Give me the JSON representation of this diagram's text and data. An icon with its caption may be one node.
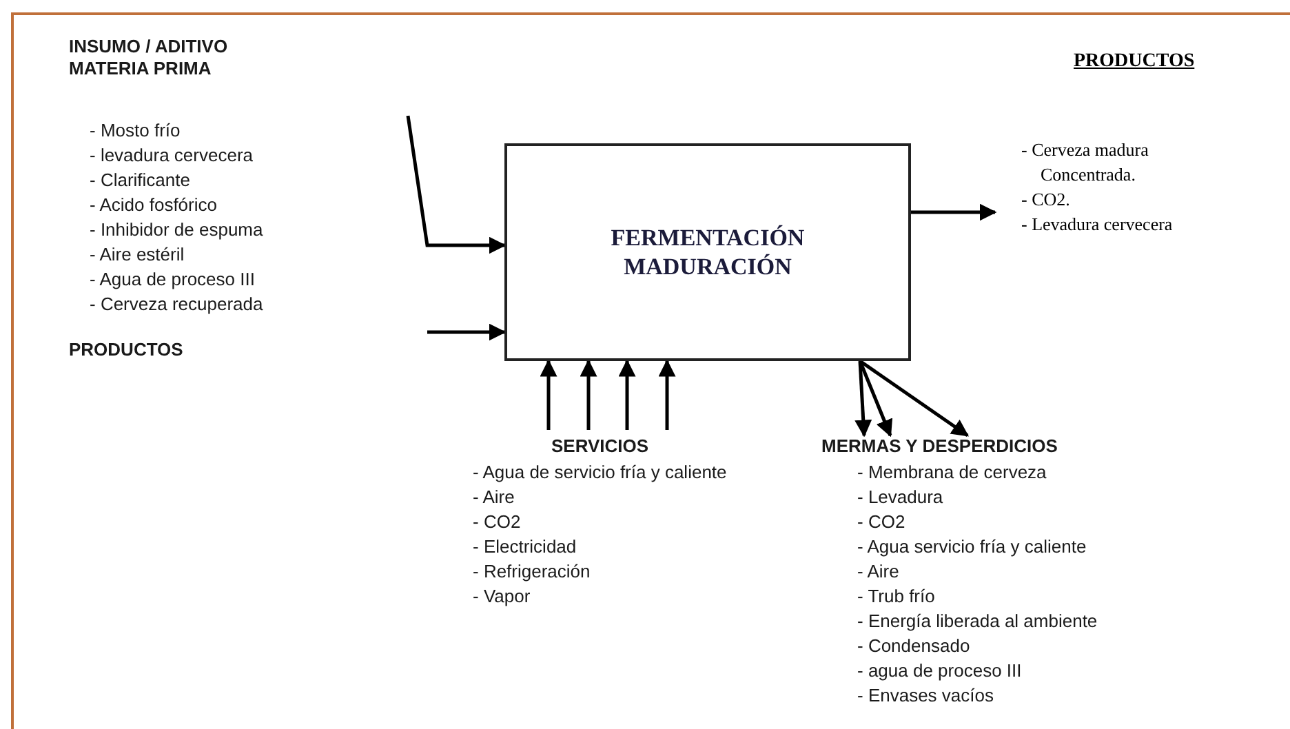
{
  "diagram": {
    "nodes": [
      {
        "text": [
          "INSUMO / ADITIVO MATERIA PRIMA",
          "- Mosto frío",
          "- levadura cervecera",
          "- Clarificante",
          "- Acido fosfórico",
          "- Inhibidor de espuma",
          "- Aire estéril",
          "- Agua de proceso III",
          "- Cerveza recuperada"
        ]
      },
      {
        "text": [
          "PRODUCTOS"
        ]
      },
      {
        "text": [
          "FERMENTACIÓN MADURACIÓN"
        ]
      },
      {
        "text": [
          "PRODUCTOS",
          "- Cerveza madura Concentrada.",
          "- CO2.",
          "- Levadura cervecera"
        ]
      },
      {
        "text": [
          "SERVICIOS",
          "- Agua de servicio fría y caliente",
          "- Aire",
          "- CO2",
          "- Electricidad",
          "- Refrigeración",
          "- Vapor"
        ]
      },
      {
        "text": [
          "MERMAS Y DESPERDICIOS",
          "- Membrana de cerveza",
          "- Levadura",
          "- CO2",
          "- Agua servicio fría y caliente",
          "- Aire",
          "- Trub frío",
          "- Energía liberada al ambiente",
          "- Condensado",
          "- agua de proceso III",
          "- Envases vacíos"
        ]
      }
    ],
    "edges": [
      {
        "from": null,
        "to": 2,
        "arrow": "to"
      },
      {
        "from": null,
        "to": 2,
        "arrow": "to"
      },
      {
        "from": 2,
        "to": 3,
        "arrow": "to"
      },
      {
        "from": 4,
        "to": 2,
        "arrow": "to"
      },
      {
        "from": 4,
        "to": 2,
        "arrow": "to"
      },
      {
        "from": 4,
        "to": 2,
        "arrow": "to"
      },
      {
        "from": 4,
        "to": 2,
        "arrow": "to"
      },
      {
        "from": 2,
        "to": 5,
        "arrow": "to"
      },
      {
        "from": 2,
        "to": 5,
        "arrow": "to"
      },
      {
        "from": 2,
        "to": 5,
        "arrow": "to"
      }
    ]
  }
}
